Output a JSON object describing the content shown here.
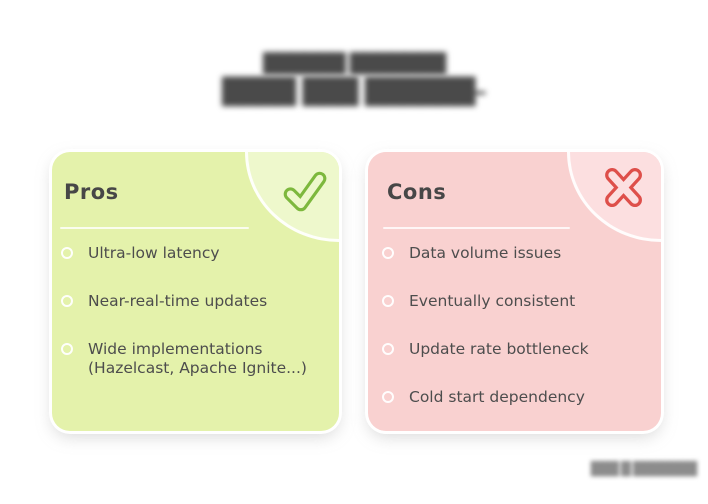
{
  "page": {
    "background_color": "#ffffff",
    "text_color": "#4d4d4d"
  },
  "header": {
    "obscured_line1": "██████ ███████",
    "obscured_line2": "████ ███ ██████–"
  },
  "pros_card": {
    "title": "Pros",
    "icon": "check-icon",
    "background_color": "#e4f2ab",
    "corner_color": "#eef8cc",
    "accent_color": "#7db83d",
    "items": [
      "Ultra-low latency",
      "Near-real-time updates",
      "Wide implementations (Hazelcast, Apache Ignite...)"
    ]
  },
  "cons_card": {
    "title": "Cons",
    "icon": "x-icon",
    "background_color": "#f9d1d0",
    "corner_color": "#fcdfe0",
    "accent_color": "#de4f4a",
    "items": [
      "Data volume issues",
      "Eventually consistent",
      "Update rate bottleneck",
      "Cold start dependency"
    ]
  },
  "watermark": {
    "obscured_text": "███ █ ███████"
  }
}
